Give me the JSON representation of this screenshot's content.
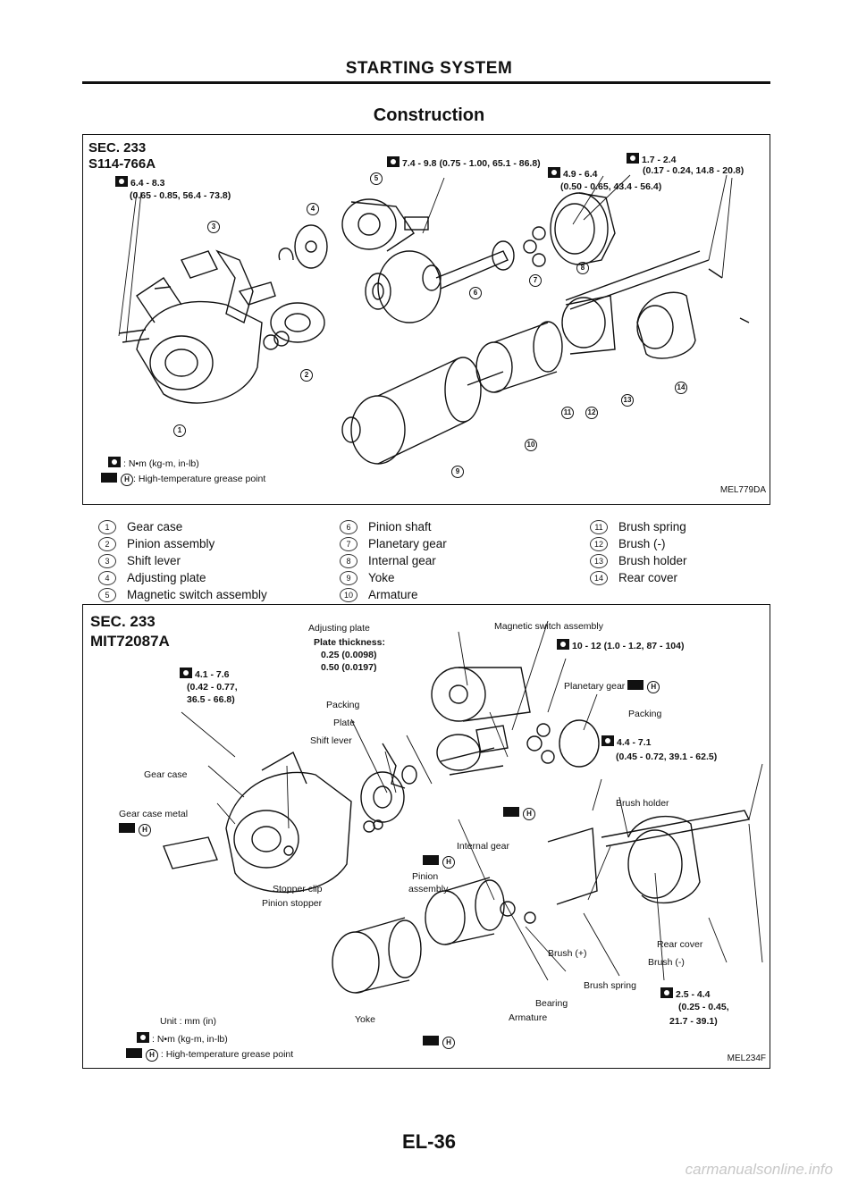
{
  "header": {
    "title": "STARTING SYSTEM",
    "subtitle": "Construction"
  },
  "fig1": {
    "sec": "SEC. 233",
    "model": "S114-766A",
    "torques": {
      "t1": "6.4 - 8.3",
      "t1b": "(0.65 - 0.85, 56.4 - 73.8)",
      "t2": "7.4 - 9.8 (0.75 - 1.00, 65.1 - 86.8)",
      "t3": "4.9 - 6.4",
      "t3b": "(0.50 - 0.65, 43.4 - 56.4)",
      "t4": "1.7 - 2.4",
      "t4b": "(0.17 - 0.24, 14.8 - 20.8)"
    },
    "callouts": [
      "1",
      "2",
      "3",
      "4",
      "5",
      "6",
      "7",
      "8",
      "9",
      "10",
      "11",
      "12",
      "13",
      "14"
    ],
    "legend_torque": ": N•m (kg-m, in-lb)",
    "legend_grease": ": High-temperature grease point",
    "fig_id": "MEL779DA"
  },
  "legend": {
    "col1": [
      {
        "n": "1",
        "label": "Gear case"
      },
      {
        "n": "2",
        "label": "Pinion assembly"
      },
      {
        "n": "3",
        "label": "Shift lever"
      },
      {
        "n": "4",
        "label": "Adjusting plate"
      },
      {
        "n": "5",
        "label": "Magnetic switch assembly"
      }
    ],
    "col2": [
      {
        "n": "6",
        "label": "Pinion shaft"
      },
      {
        "n": "7",
        "label": "Planetary gear"
      },
      {
        "n": "8",
        "label": "Internal gear"
      },
      {
        "n": "9",
        "label": "Yoke"
      },
      {
        "n": "10",
        "label": "Armature"
      }
    ],
    "col3": [
      {
        "n": "11",
        "label": "Brush spring"
      },
      {
        "n": "12",
        "label": "Brush (-)"
      },
      {
        "n": "13",
        "label": "Brush holder"
      },
      {
        "n": "14",
        "label": "Rear cover"
      }
    ]
  },
  "fig2": {
    "sec": "SEC. 233",
    "model": "MIT72087A",
    "labels": {
      "adjusting_plate": "Adjusting plate",
      "plate_thickness": "Plate thickness:",
      "thick1": "0.25 (0.0098)",
      "thick2": "0.50 (0.0197)",
      "magnetic_switch": "Magnetic switch assembly",
      "ms_torque": "10 - 12 (1.0 - 1.2, 87 - 104)",
      "gc_torque": "4.1 - 7.6",
      "gc_torque_b": "(0.42 - 0.77,",
      "gc_torque_c": "36.5 - 66.8)",
      "packing1": "Packing",
      "plate": "Plate",
      "shift_lever": "Shift lever",
      "planetary_gear": "Planetary gear",
      "packing2": "Packing",
      "t_44": "4.4 - 7.1",
      "t_44b": "(0.45 - 0.72, 39.1 - 62.5)",
      "gear_case": "Gear case",
      "gear_case_metal": "Gear case metal",
      "brush_holder": "Brush holder",
      "internal_gear": "Internal gear",
      "pinion": "Pinion",
      "assembly": "assembly",
      "stopper_clip": "Stopper clip",
      "pinion_stopper": "Pinion stopper",
      "brush_plus": "Brush (+)",
      "rear_cover": "Rear cover",
      "brush_minus": "Brush (-)",
      "brush_spring": "Brush spring",
      "t_25": "2.5 - 4.4",
      "t_25b": "(0.25 - 0.45,",
      "t_25c": "21.7 - 39.1)",
      "bearing": "Bearing",
      "armature": "Armature",
      "yoke": "Yoke"
    },
    "unit": "Unit : mm (in)",
    "legend_torque": ": N•m (kg-m, in-lb)",
    "legend_grease": ": High-temperature grease point",
    "fig_id": "MEL234F"
  },
  "footer": {
    "page": "EL-36",
    "watermark": "carmanualsonline.info"
  }
}
